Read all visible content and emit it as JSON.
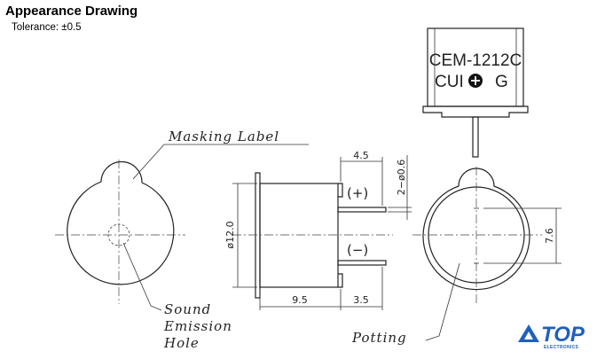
{
  "header": {
    "title": "Appearance Drawing",
    "tolerance": "Tolerance: ±0.5"
  },
  "labels": {
    "masking_label": "Masking Label",
    "sound_emission_hole": [
      "Sound",
      "Emission",
      "Hole"
    ],
    "potting": "Potting"
  },
  "part_marking": {
    "model": "CEM-1212C",
    "left": "CUI",
    "right": "G"
  },
  "polarity": {
    "positive": "(+)",
    "negative": "(−)"
  },
  "dimensions": {
    "pin_pitch_top": "4.5",
    "pin_width": "2−ø0.6",
    "diameter": "ø12.0",
    "body_depth": "9.5",
    "pin_length": "3.5",
    "pin_spacing": "7.6"
  },
  "logo": {
    "text": "TOP",
    "subtext": "ELECTRONICS",
    "color": "#1f5fbf"
  },
  "colors": {
    "line": "#222222",
    "background": "#ffffff"
  }
}
